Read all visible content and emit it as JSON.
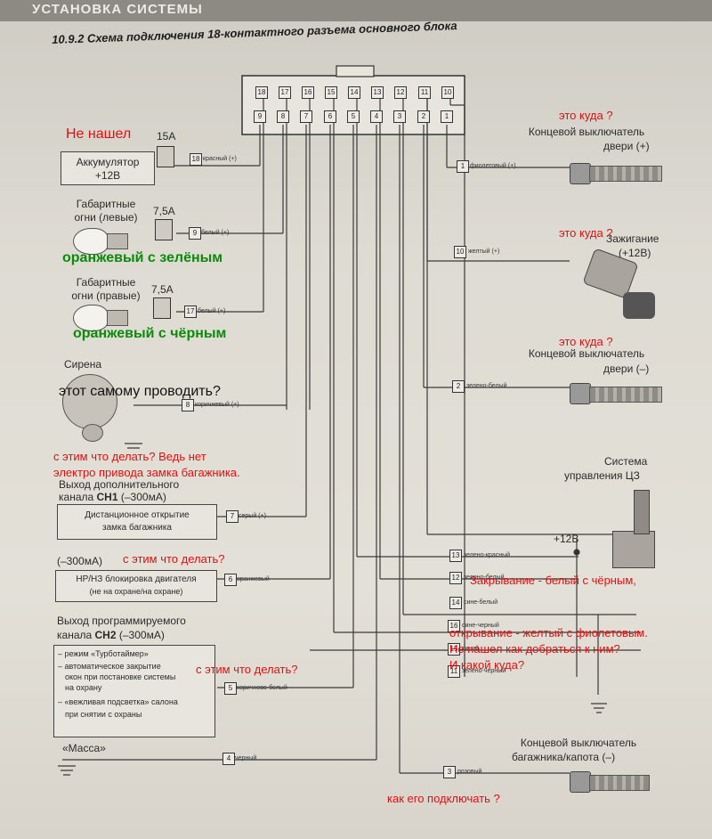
{
  "header": {
    "title": "УСТАНОВКА СИСТЕМЫ"
  },
  "subtitle": "10.9.2 Схема подключения 18-контактного разъема основного блока",
  "connector": {
    "top_pins": [
      "18",
      "17",
      "16",
      "15",
      "14",
      "13",
      "12",
      "11",
      "10"
    ],
    "bottom_pins": [
      "9",
      "8",
      "7",
      "6",
      "5",
      "4",
      "3",
      "2",
      "1"
    ]
  },
  "left": {
    "battery": {
      "label1": "Аккумулятор",
      "label2": "+12В",
      "fuse": "15А",
      "pin": "18",
      "wire": "красный (+)"
    },
    "parking_left": {
      "label1": "Габаритные",
      "label2": "огни (левые)",
      "fuse": "7,5А",
      "pin": "9",
      "wire": "белый (+)"
    },
    "parking_right": {
      "label1": "Габаритные",
      "label2": "огни (правые)",
      "fuse": "7,5А",
      "pin": "17",
      "wire": "белый (+)"
    },
    "siren": {
      "label": "Сирена",
      "pin": "8",
      "wire": "коричневый (+)"
    },
    "ch1": {
      "title1": "Выход дополнительного",
      "title2": "канала",
      "title_bold": "СН1",
      "title_ma": "(–300мА)",
      "box1": "Дистанционное открытие",
      "box2": "замка багажника",
      "pin": "7",
      "wire": "серый (+)"
    },
    "nrnz": {
      "ma": "(–300мА)",
      "box1": "НР/НЗ блокировка двигателя",
      "box2": "(не на охране/на охране)",
      "pin": "6",
      "wire": "оранжевый"
    },
    "ch2": {
      "title1": "Выход программируемого",
      "title2": "канала",
      "title_bold": "СН2",
      "title_ma": "(–300мА)",
      "items": [
        "– режим «Турботаймер»",
        "– автоматическое закрытие",
        "окон при постановке системы",
        "на охрану",
        "– «вежливая подсветка» салона",
        "при снятии с охраны"
      ],
      "pin": "5",
      "wire": "коричнево-белый"
    },
    "ground": {
      "label": "«Масса»",
      "pin": "4",
      "wire": "черный"
    }
  },
  "right": {
    "door_plus": {
      "label1": "Концевой выключатель",
      "label2": "двери (+)",
      "pin": "1",
      "wire": "фиолетовый (+)"
    },
    "ignition": {
      "label1": "Зажигание",
      "label2": "(+12В)",
      "pin": "10",
      "wire": "желтый (+)"
    },
    "door_minus": {
      "label1": "Концевой выключатель",
      "label2": "двери (–)",
      "pin": "2",
      "wire": "зелено-белый"
    },
    "cz": {
      "label1": "Система",
      "label2": "управления ЦЗ",
      "v12": "+12В",
      "pins": [
        {
          "pin": "13",
          "wire": "зелено-красный"
        },
        {
          "pin": "12",
          "wire": "зелено-белый"
        },
        {
          "pin": "14",
          "wire": "сине-белый"
        },
        {
          "pin": "16",
          "wire": "сине-черный"
        },
        {
          "pin": "15",
          "wire": "синий"
        },
        {
          "pin": "11",
          "wire": "зелено-черный"
        }
      ]
    },
    "trunk": {
      "label1": "Концевой выключатель",
      "label2": "багажника/капота (–)",
      "pin": "3",
      "wire": "розовый"
    }
  },
  "annotations": {
    "not_found": "Не нашел",
    "orange_green": "оранжевый с зелёным",
    "orange_black": "оранжевый с   чёрным",
    "siren_q": "этот самому проводить?",
    "ch1_q1": "с этим что делать? Ведь нет",
    "ch1_q2": "электро привода замка багажника.",
    "nrnz_q": "с этим что делать?",
    "ch2_q": "с этим что делать?",
    "where1": "это куда ?",
    "where2": "это куда ?",
    "where3": "это куда ?",
    "lock": "Закрывание - белый с чёрным,",
    "unlock": "открывание - желтый с фиолетовым.",
    "not_found2": "Не нашел как добраться к ним?",
    "which_where": "И какой куда?",
    "trunk_q": "как его подключать ?"
  },
  "colors": {
    "annotation_red": "#e01010",
    "annotation_green": "#0c8a0c"
  }
}
